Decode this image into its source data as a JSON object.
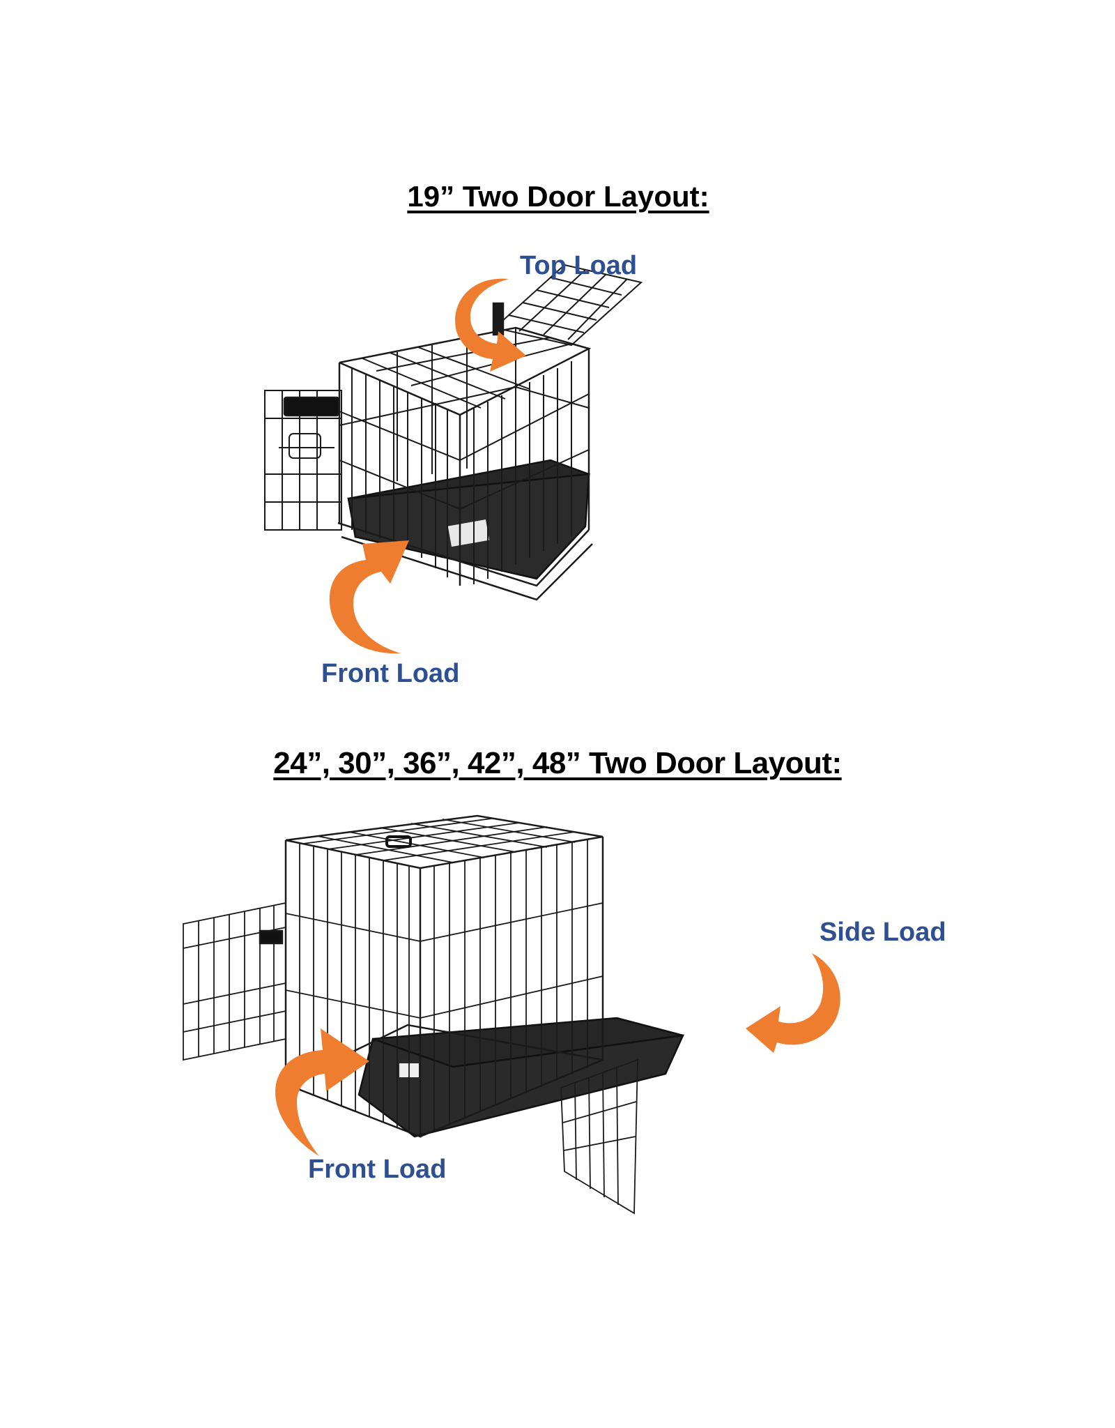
{
  "colors": {
    "label_blue": "#2E4F91",
    "arrow_orange": "#EE7D30",
    "wire": "#1a1a1a",
    "tray": "#232323"
  },
  "section_1": {
    "title": "19” Two Door Layout:",
    "image_description": "wire-dog-crate-19in-two-door",
    "labels": {
      "top_load": "Top Load",
      "front_load": "Front Load"
    }
  },
  "section_2": {
    "title": "24”, 30”, 36”, 42”, 48” Two Door Layout:",
    "image_description": "wire-dog-crate-large-two-door",
    "labels": {
      "side_load": "Side Load",
      "front_load": "Front Load"
    }
  }
}
